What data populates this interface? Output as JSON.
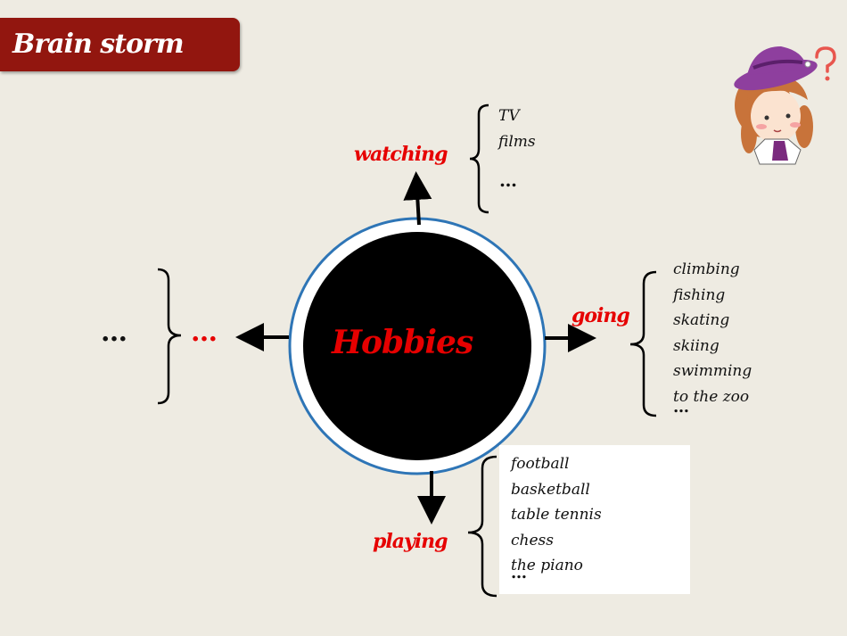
{
  "title": "Brain storm",
  "center": "Hobbies",
  "branches": {
    "watching": {
      "label": "watching",
      "items": [
        "TV",
        "films"
      ],
      "more": "…"
    },
    "going": {
      "label": "going",
      "items": [
        "climbing",
        "fishing",
        "skating",
        "skiing",
        "swimming",
        "to the zoo"
      ],
      "more": "…"
    },
    "playing": {
      "label": "playing",
      "items": [
        "football",
        "basketball",
        "table tennis",
        "chess",
        "the piano"
      ],
      "more": "…"
    },
    "left": {
      "red_more": "…",
      "black_more": "…"
    }
  },
  "colors": {
    "title_bg": "#92160f",
    "background": "#eeebe2",
    "accent_red": "#e60000",
    "circle_ring": "#2e75b6",
    "circle_fill": "#000000"
  },
  "icons": {
    "mascot": "girl-with-purple-hat-and-question-mark"
  }
}
